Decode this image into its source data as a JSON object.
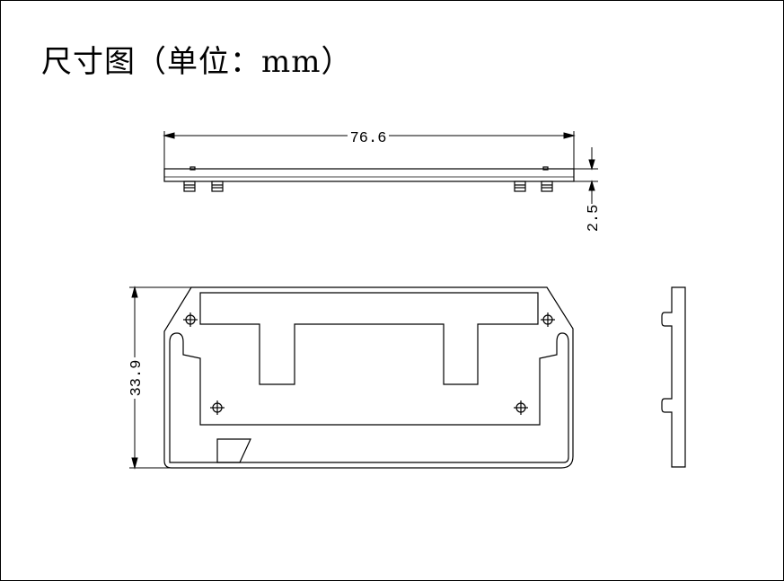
{
  "title": "尺寸图（单位：mm）",
  "dimensions": {
    "length": "76.6",
    "thickness": "2.5",
    "height": "33.9"
  },
  "colors": {
    "line": "#000000",
    "background": "#ffffff"
  }
}
